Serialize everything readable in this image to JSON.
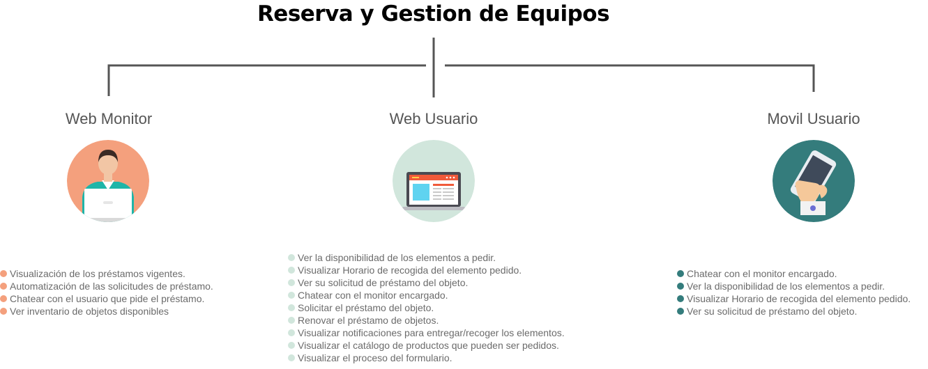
{
  "title": "Reserva y Gestion de Equipos",
  "colors": {
    "line": "#555555",
    "orange": "#f4a07d",
    "mint": "#d1e6dc",
    "teal": "#347c7c"
  },
  "columns": [
    {
      "title": "Web Monitor",
      "icon": "person-laptop-icon",
      "items": [
        "Visualización de los préstamos vigentes.",
        "Automatización de las solicitudes de préstamo.",
        "Chatear con el usuario que pide el préstamo.",
        "Ver inventario de objetos disponibles"
      ]
    },
    {
      "title": "Web Usuario",
      "icon": "laptop-web-icon",
      "items": [
        "Ver la disponibilidad de los elementos a pedir.",
        "Visualizar Horario de recogida del elemento pedido.",
        "Ver su solicitud de préstamo del objeto.",
        "Chatear con el monitor encargado.",
        "Solicitar el préstamo del objeto.",
        "Renovar el préstamo de objetos.",
        "Visualizar notificaciones para entregar/recoger los elementos.",
        "Visualizar el catálogo de productos que pueden ser pedidos.",
        "Visualizar el proceso del formulario."
      ]
    },
    {
      "title": "Movil Usuario",
      "icon": "hand-phone-icon",
      "items": [
        "Chatear con el monitor encargado.",
        "Ver la disponibilidad de los elementos a pedir.",
        "Visualizar Horario de recogida del elemento pedido.",
        "Ver su solicitud de préstamo del objeto."
      ]
    }
  ]
}
